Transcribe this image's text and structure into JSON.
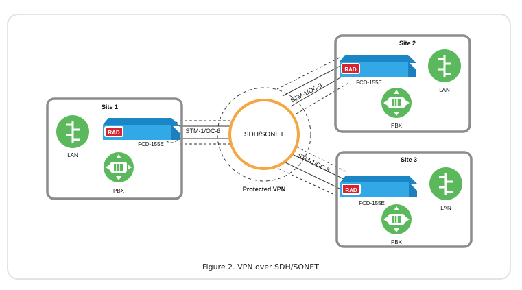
{
  "diagram": {
    "cloud_label": "SDH/SONET",
    "vpn_label": "Protected VPN",
    "link_label": "STM-1/OC-3",
    "device_brand": "RAD",
    "caption": "Figure 2.  VPN over SDH/SONET",
    "sites": [
      {
        "title": "Site 1",
        "device": "FCD-155E",
        "lan": "LAN",
        "pbx": "PBX"
      },
      {
        "title": "Site 2",
        "device": "FCD-155E",
        "lan": "LAN",
        "pbx": "PBX"
      },
      {
        "title": "Site 3",
        "device": "FCD-155E",
        "lan": "LAN",
        "pbx": "PBX"
      }
    ],
    "colors": {
      "site_border": "#8c8c8c",
      "device_blue": "#2b9fde",
      "icon_green": "#5cb85c",
      "ring_orange": "#f4a640",
      "brand_red": "#d9232e"
    }
  }
}
